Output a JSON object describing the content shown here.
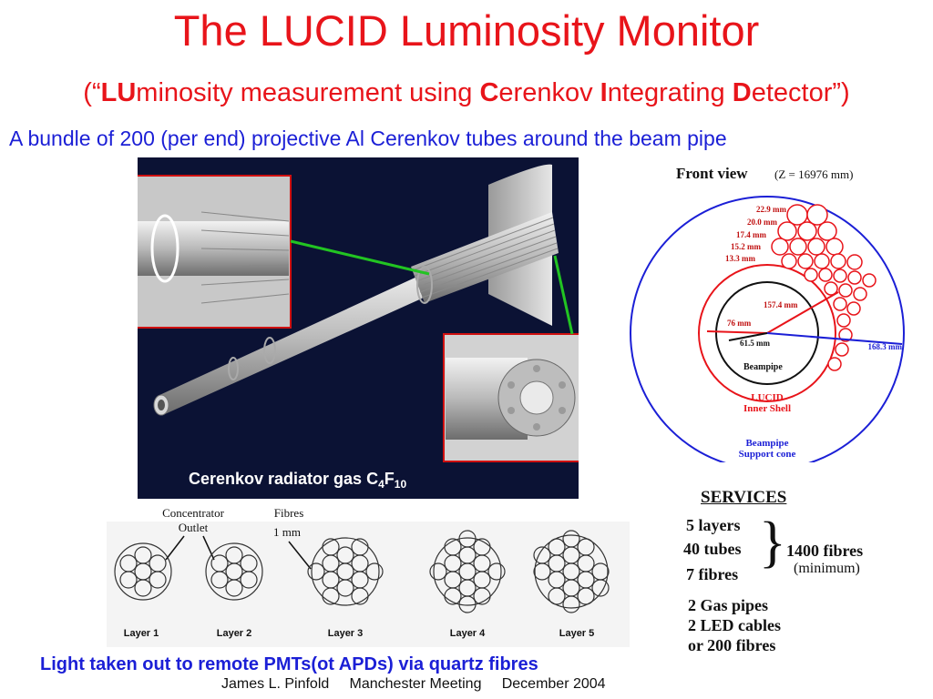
{
  "title": "The LUCID Luminosity Monitor",
  "subtitle": {
    "open": "(“",
    "lu": "LU",
    "minosity": "minosity measurement using ",
    "c": "C",
    "erenkov": "erenkov ",
    "i": "I",
    "ntegrating": "ntegrating ",
    "d": "D",
    "etector": "etector”)"
  },
  "bundle_text": "A bundle of 200 (per end) projective Al Cerenkov tubes  around the beam pipe",
  "detector": {
    "caption_main": "Cerenkov radiator gas C",
    "caption_sub1": "4",
    "caption_f": "F",
    "caption_sub2": "10"
  },
  "front_view": {
    "title": "Front view",
    "z": "(Z = 16976 mm)",
    "dims": [
      "22.9 mm",
      "20.0 mm",
      "17.4 mm",
      "15.2 mm",
      "13.3 mm"
    ],
    "r157": "157.4 mm",
    "r76": "76 mm",
    "r61": "61.5 mm",
    "r168": "168.3 mm",
    "beampipe": "Beampipe",
    "lucid": "LUCID",
    "inner_shell": "Inner Shell",
    "support1": "Beampipe",
    "support2": "Support cone"
  },
  "layers": {
    "concentrator": "Concentrator",
    "outlet": "Outlet",
    "fibres": "Fibres",
    "mm": "1 mm",
    "labels": [
      "Layer 1",
      "Layer 2",
      "Layer 3",
      "Layer 4",
      "Layer 5"
    ]
  },
  "services": {
    "heading": "SERVICES",
    "l1": "5 layers",
    "l2": "40 tubes",
    "l3": "7 fibres",
    "total": "1400 fibres",
    "minimum": "(minimum)",
    "g1": "2 Gas pipes",
    "g2": "2 LED cables",
    "g3": "or 200 fibres"
  },
  "footnote": "Light taken out to remote PMTs(ot APDs) via quartz fibres",
  "credits": {
    "author": "James L. Pinfold",
    "meeting": "Manchester Meeting",
    "date": "December 2004"
  },
  "colors": {
    "title": "#e8141a",
    "blue": "#1b1fd6",
    "panel": "#0b1234",
    "arrow": "#22c422"
  }
}
